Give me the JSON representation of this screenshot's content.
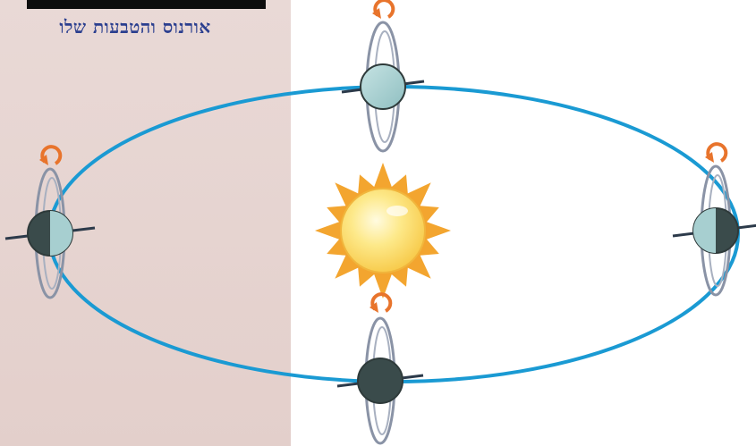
{
  "caption": "אורנוס והטבעות שלו",
  "colors": {
    "panel_background": "#e5d3cf",
    "title_bar": "#0d0d0d",
    "caption_text": "#2b3f8f",
    "orbit": "#1a9ad3",
    "sun_core": "#fce27a",
    "sun_rays": "#f3a52f",
    "planet_lit": "#a7cfd0",
    "planet_dark": "#3a4b4b",
    "rings": "#8a93a6",
    "rotation_arrow": "#e8742c"
  },
  "icons": {
    "sun": "sun-icon",
    "planet": "uranus-planet-icon",
    "rotation": "rotation-arrow-icon"
  },
  "planet_positions": [
    "top",
    "right",
    "bottom",
    "left"
  ]
}
